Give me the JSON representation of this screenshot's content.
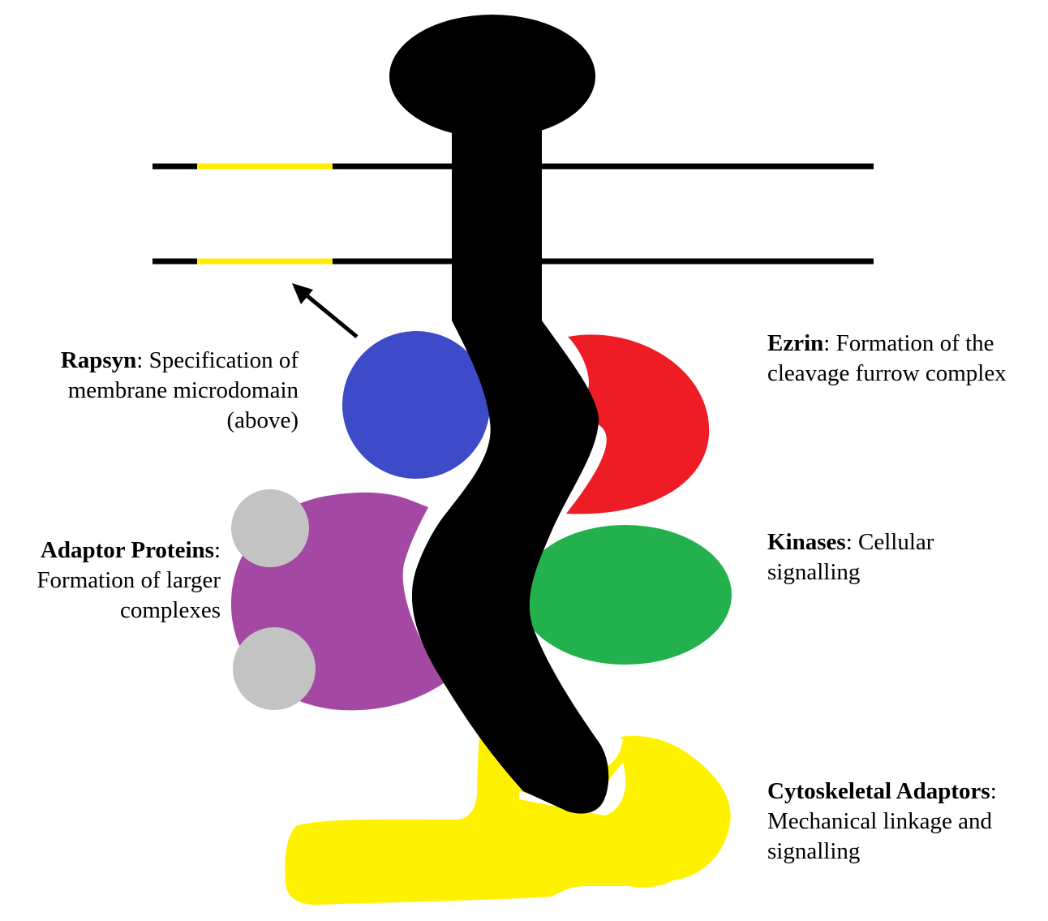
{
  "colors": {
    "receptor": "#000000",
    "membrane": "#000000",
    "microdomain": "#ffec00",
    "rapsyn": "#3d4bc8",
    "ezrin": "#ee1c25",
    "kinases": "#22b14c",
    "adaptor": "#a349a4",
    "adaptor_small": "#c3c3c3",
    "cytoskeletal": "#fff200",
    "arrow": "#000000"
  },
  "labels": {
    "rapsyn": {
      "name": "Rapsyn",
      "sep": ": ",
      "line1": "Specification of",
      "line2": "membrane microdomain",
      "line3": "(above)"
    },
    "ezrin": {
      "name": "Ezrin",
      "sep": ": ",
      "line1": "Formation of the",
      "line2": "cleavage furrow complex"
    },
    "adaptor": {
      "name": "Adaptor Proteins",
      "sep": ":",
      "line1": "Formation of larger",
      "line2": "complexes"
    },
    "kinases": {
      "name": "Kinases",
      "sep": ": ",
      "line1": "Cellular",
      "line2": "signalling"
    },
    "cyto": {
      "name": "Cytoskeletal Adaptors",
      "sep": ":",
      "line1": "Mechanical linkage and",
      "line2": "signalling"
    }
  }
}
